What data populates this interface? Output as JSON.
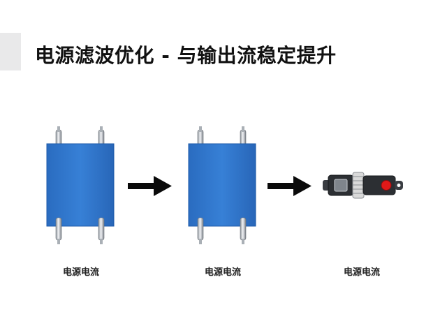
{
  "slide": {
    "title": "电源滤波优化 - 与输出流稳定提升"
  },
  "stages": [
    {
      "component": "capacitor-block",
      "caption": "电源电流"
    },
    {
      "component": "capacitor-block",
      "caption": "电源电流"
    },
    {
      "component": "connector-plug",
      "caption": "电源电流"
    }
  ],
  "colors": {
    "capacitor_fill": "#2f74c8",
    "capacitor_edge": "#1d5aa8",
    "arrow": "#0a0a0a",
    "plug_body": "#2c2f33",
    "plug_indicator": "#e01919",
    "plug_gear": "#d9d9d9"
  }
}
